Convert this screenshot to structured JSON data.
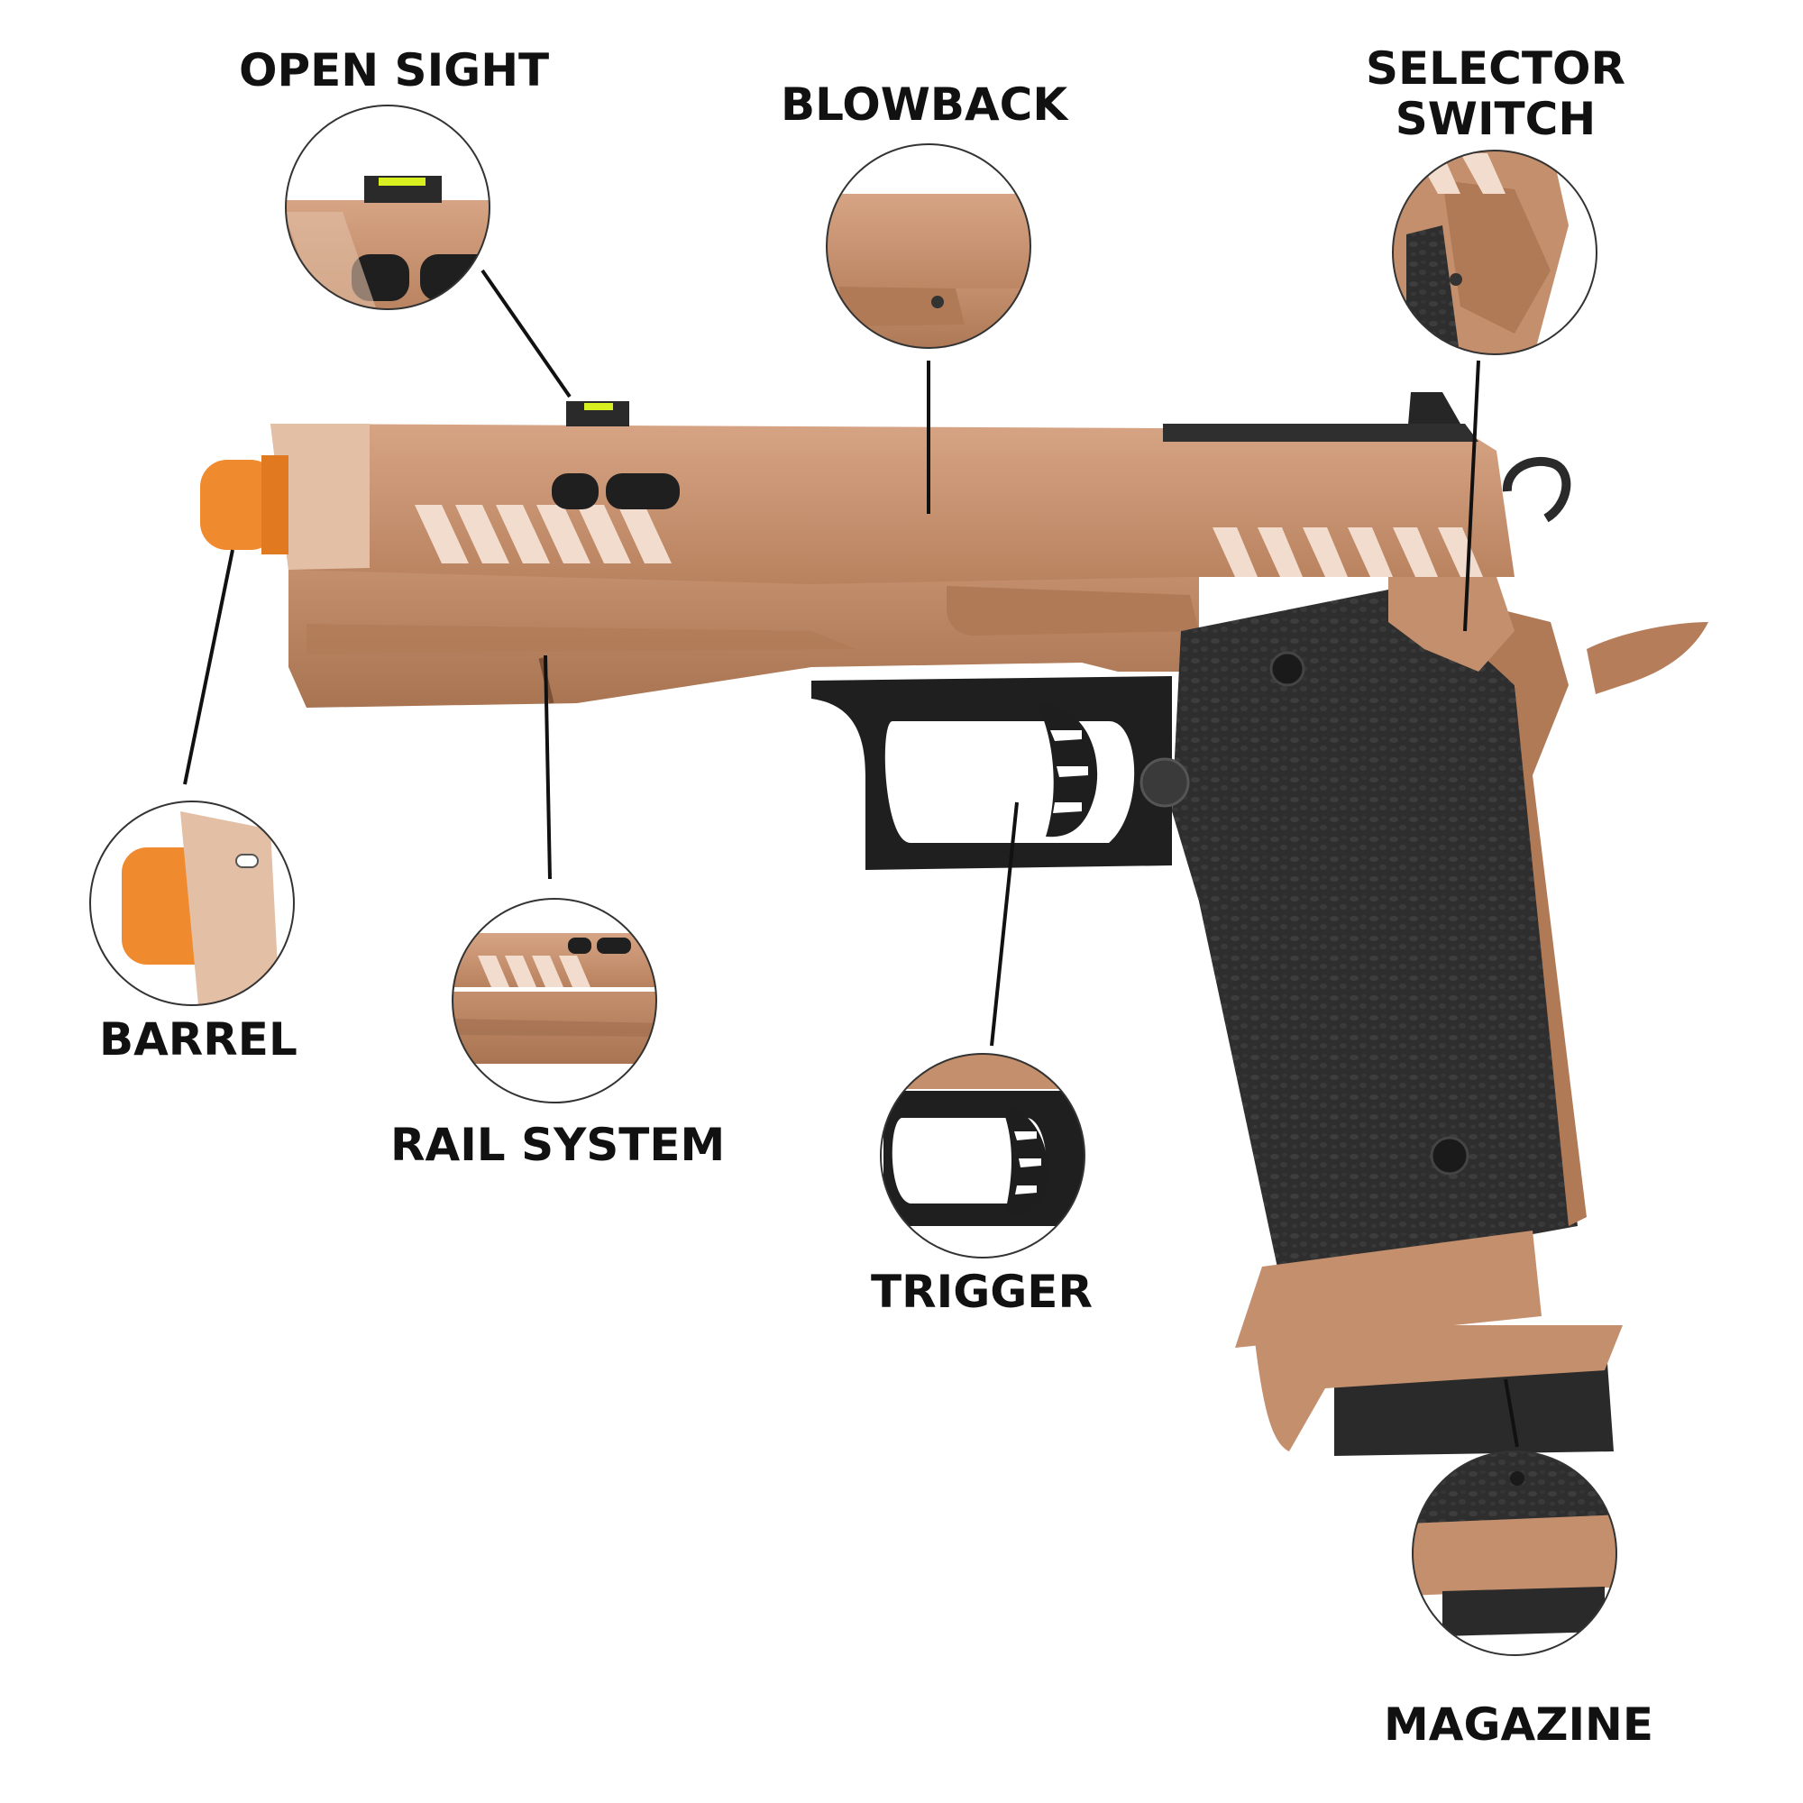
{
  "diagram": {
    "colors": {
      "background": "#ffffff",
      "copper": "#c48f6c",
      "copper_light": "#e2bba3",
      "copper_dark": "#9e6c4f",
      "grip": "#2a2a2a",
      "grip_texture": "#3a3a3a",
      "barrel_tip": "#f08a2e",
      "sight_fiber": "#d8f020",
      "leader": "#111111",
      "circle_stroke": "#333333"
    },
    "labels": {
      "open_sight": "OPEN SIGHT",
      "blowback": "BLOWBACK",
      "selector_switch_line1": "SELECTOR",
      "selector_switch_line2": "SWITCH",
      "barrel": "BARREL",
      "rail_system": "RAIL SYSTEM",
      "trigger": "TRIGGER",
      "magazine": "MAGAZINE"
    }
  }
}
